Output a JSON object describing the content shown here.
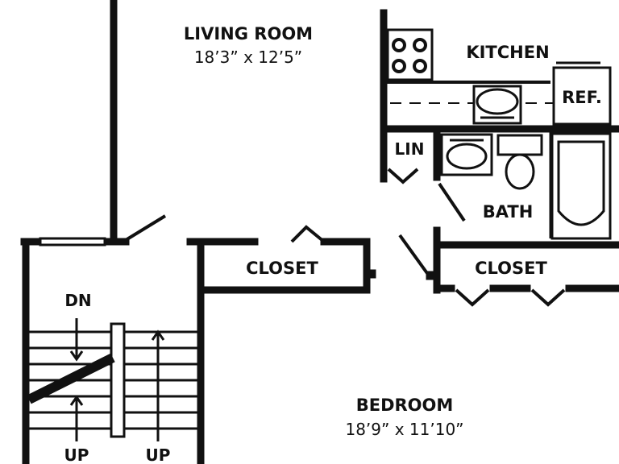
{
  "rooms": {
    "living_room": {
      "name": "LIVING ROOM",
      "dimensions": "18’3” x 12’5”"
    },
    "kitchen": {
      "name": "KITCHEN"
    },
    "refrigerator": {
      "name": "REF."
    },
    "linen": {
      "name": "LIN"
    },
    "bath": {
      "name": "BATH"
    },
    "closet_left": {
      "name": "CLOSET"
    },
    "closet_right": {
      "name": "CLOSET"
    },
    "bedroom": {
      "name": "BEDROOM",
      "dimensions": "18’9” x 11’10”"
    }
  },
  "stairs": {
    "down_label": "DN",
    "up_label_left": "UP",
    "up_label_right": "UP"
  }
}
